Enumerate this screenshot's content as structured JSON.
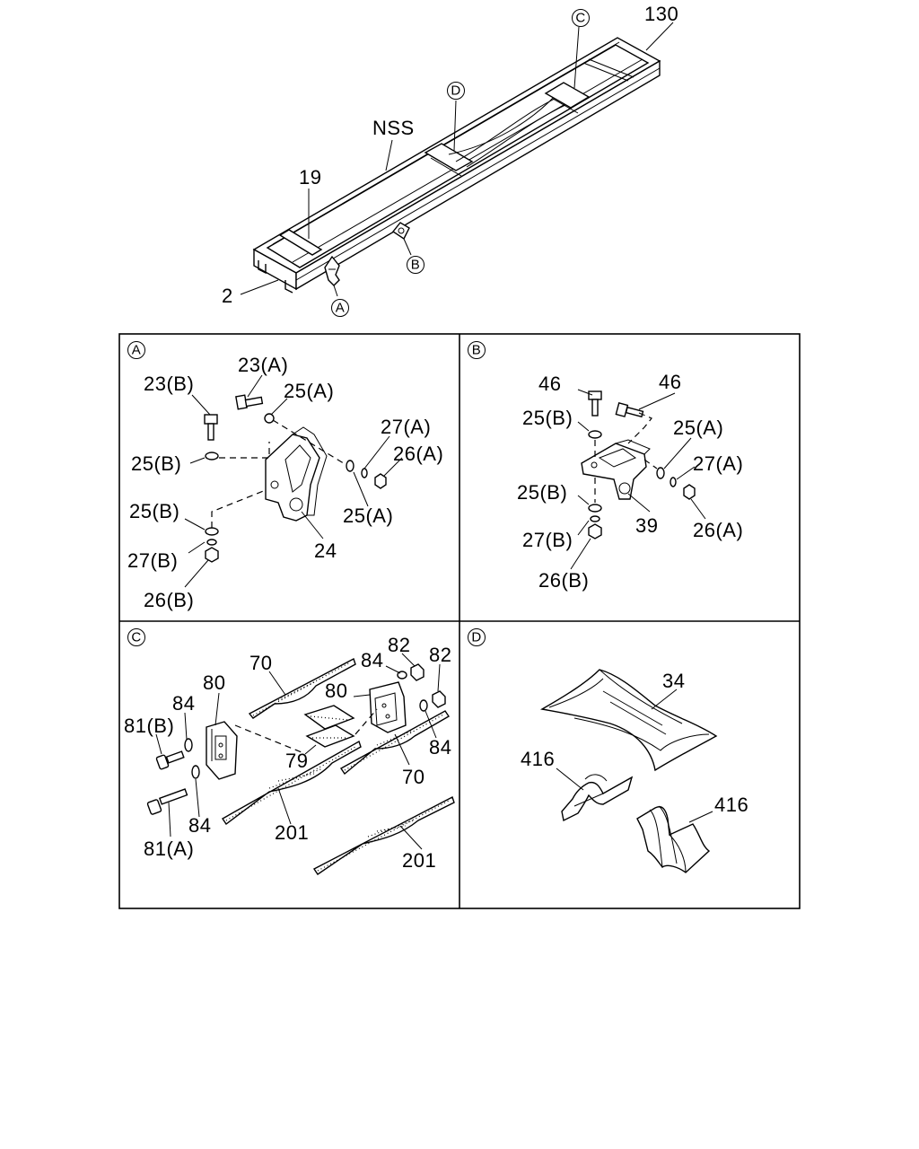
{
  "overview": {
    "labels": {
      "callout_130": "130",
      "callout_nss": "NSS",
      "callout_19": "19",
      "callout_2": "2",
      "ref_a": "A",
      "ref_b": "B",
      "ref_c": "C",
      "ref_d": "D"
    }
  },
  "panel_a": {
    "letter": "A",
    "labels": {
      "l23b": "23(B)",
      "l23a": "23(A)",
      "l25a_top": "25(A)",
      "l27a": "27(A)",
      "l26a": "26(A)",
      "l25b_top": "25(B)",
      "l25a_bottom": "25(A)",
      "l25b_bottom": "25(B)",
      "l24": "24",
      "l27b": "27(B)",
      "l26b": "26(B)"
    }
  },
  "panel_b": {
    "letter": "B",
    "labels": {
      "l46_left": "46",
      "l46_right": "46",
      "l25b_top": "25(B)",
      "l25a": "25(A)",
      "l27a": "27(A)",
      "l25b_bottom": "25(B)",
      "l39": "39",
      "l26a": "26(A)",
      "l27b": "27(B)",
      "l26b": "26(B)"
    }
  },
  "panel_c": {
    "letter": "C",
    "labels": {
      "l70_top": "70",
      "l82_left": "82",
      "l82_right": "82",
      "l84_top": "84",
      "l80_top": "80",
      "l80_mid": "80",
      "l84_left": "84",
      "l81b": "81(B)",
      "l84_right": "84",
      "l79": "79",
      "l70_bottom": "70",
      "l201_top": "201",
      "l84_bottom": "84",
      "l81a": "81(A)",
      "l201_bottom": "201"
    }
  },
  "panel_d": {
    "letter": "D",
    "labels": {
      "l34": "34",
      "l416_left": "416",
      "l416_right": "416"
    }
  }
}
